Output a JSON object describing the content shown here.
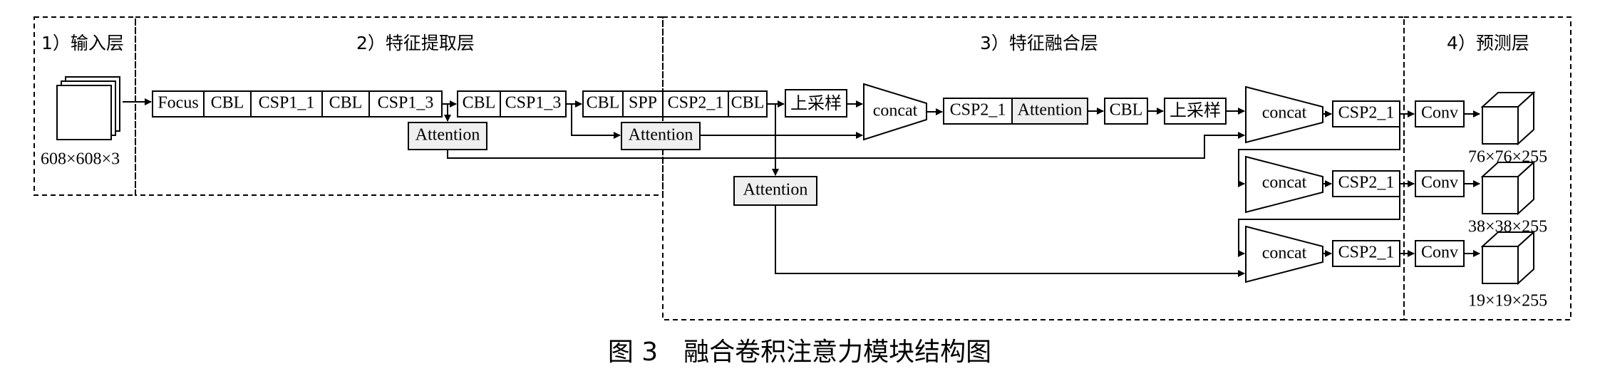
{
  "sections": {
    "input": "1）输入层",
    "extract": "2）特征提取层",
    "fusion": "3）特征融合层",
    "predict": "4）预测层"
  },
  "input_size": "608×608×3",
  "backbone": {
    "focus": "Focus",
    "cbl": "CBL",
    "csp1_1": "CSP1_1",
    "csp1_3": "CSP1_3",
    "spp": "SPP",
    "csp2_1": "CSP2_1"
  },
  "fusion": {
    "attention": "Attention",
    "upsample": "上采样",
    "concat": "concat",
    "cbl": "CBL",
    "csp2_1": "CSP2_1"
  },
  "predict": {
    "conv": "Conv",
    "outputs": [
      "76×76×255",
      "38×38×255",
      "19×19×255"
    ]
  },
  "caption": "图 3　融合卷积注意力模块结构图"
}
